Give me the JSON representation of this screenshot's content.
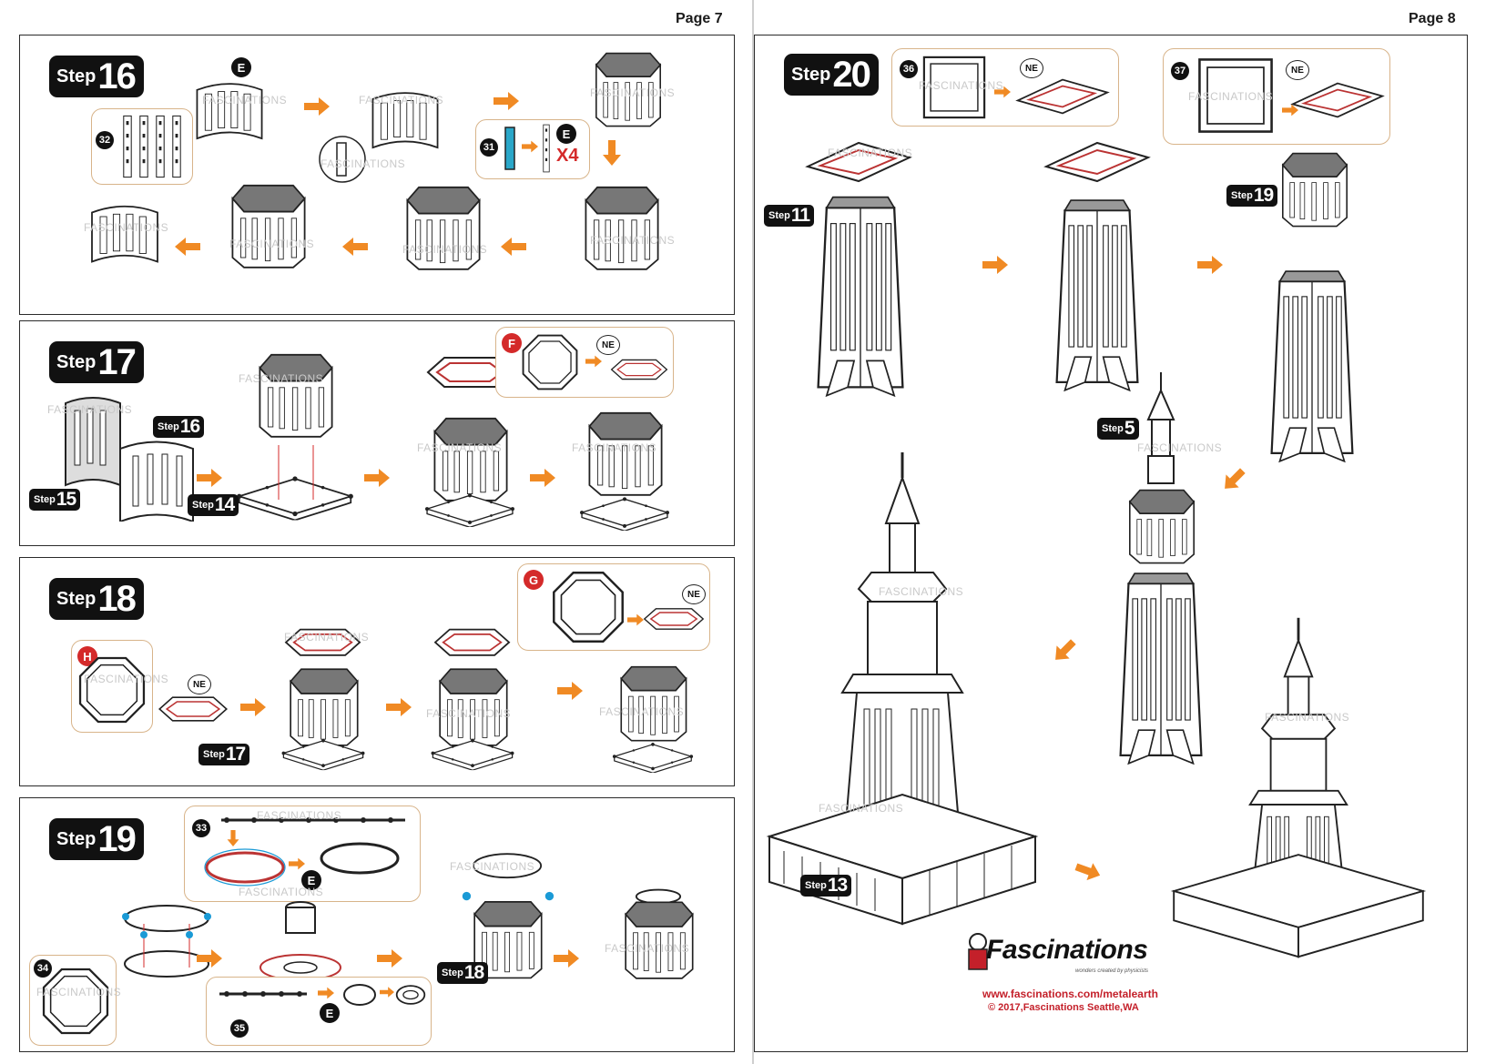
{
  "pages": {
    "left_number": "Page 7",
    "right_number": "Page 8"
  },
  "watermark": "FASCINATIONS",
  "steps": {
    "s16": {
      "word": "Step",
      "number": "16",
      "callout_parts": [
        "32",
        "31"
      ],
      "part_letter": "E",
      "multiplier": "X4"
    },
    "s17": {
      "word": "Step",
      "number": "17",
      "part_letter": "F",
      "ne": "NE",
      "refs": [
        {
          "word": "Step",
          "number": "16"
        },
        {
          "word": "Step",
          "number": "15"
        },
        {
          "word": "Step",
          "number": "14"
        }
      ]
    },
    "s18": {
      "word": "Step",
      "number": "18",
      "part_letters": [
        "G",
        "H"
      ],
      "ne": "NE",
      "refs": [
        {
          "word": "Step",
          "number": "17"
        }
      ]
    },
    "s19": {
      "word": "Step",
      "number": "19",
      "callout_parts": [
        "33",
        "34",
        "35"
      ],
      "part_letter": "E",
      "refs": [
        {
          "word": "Step",
          "number": "18"
        }
      ]
    },
    "s20": {
      "word": "Step",
      "number": "20",
      "callout_parts": [
        "36",
        "37"
      ],
      "ne": "NE",
      "refs": [
        {
          "word": "Step",
          "number": "11"
        },
        {
          "word": "Step",
          "number": "19"
        },
        {
          "word": "Step",
          "number": "5"
        },
        {
          "word": "Step",
          "number": "13"
        }
      ]
    }
  },
  "brand": {
    "name": "Fascinations",
    "tagline": "wonders created by physicists",
    "url": "www.fascinations.com/metalearth",
    "copyright": "© 2017,Fascinations Seattle,WA"
  },
  "colors": {
    "arrow": "#f08a24",
    "callout_border": "#d8b48a",
    "red": "#d42a2a",
    "dot_blue": "#1a9ad6",
    "triangle_green": "#7cc142",
    "brand_red": "#c4202a"
  }
}
